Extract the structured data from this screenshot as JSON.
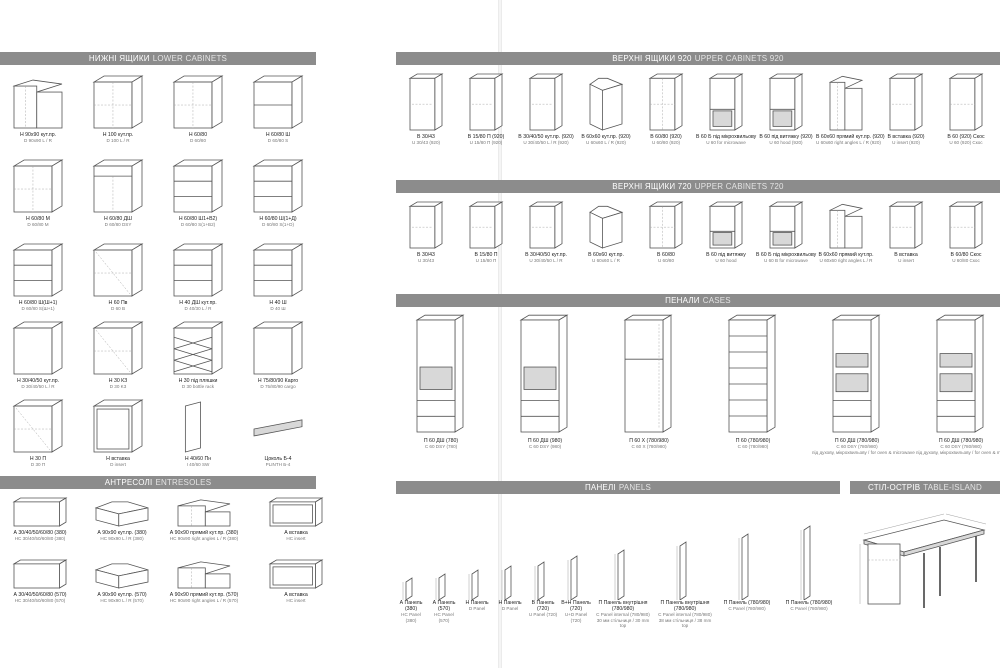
{
  "sections": {
    "lower": {
      "ua": "НИЖНІ ЯЩИКИ",
      "en": "LOWER CABINETS"
    },
    "entresoles": {
      "ua": "АНТРЕСОЛІ",
      "en": "ENTRESOLES"
    },
    "upper920": {
      "ua": "ВЕРХНІ ЯЩИКИ 920",
      "en": "UPPER CABINETS 920"
    },
    "upper720": {
      "ua": "ВЕРХНІ ЯЩИКИ 720",
      "en": "UPPER CABINETS 720"
    },
    "cases": {
      "ua": "ПЕНАЛИ",
      "en": "CASES"
    },
    "panels": {
      "ua": "ПАНЕЛІ",
      "en": "PANELS"
    },
    "island": {
      "ua": "СТІЛ-ОСТРІВ",
      "en": "TABLE-ISLAND"
    }
  },
  "lower": [
    {
      "name": "Н 90х90 кут.пр.",
      "code": "D 90х90 L / R",
      "type": "corner"
    },
    {
      "name": "Н 100 кут.пр.",
      "code": "D 100 L / R",
      "type": "base2"
    },
    {
      "name": "Н 60/80",
      "code": "D 60/80",
      "type": "base2"
    },
    {
      "name": "Н 60/80 Ш",
      "code": "D 60/80 S",
      "type": "drawers2"
    },
    {
      "name": "Н 60/80 М",
      "code": "D 60/80 M",
      "type": "base2"
    },
    {
      "name": "Н 60/80 ДШ",
      "code": "D 60/80 DSY",
      "type": "base1d"
    },
    {
      "name": "Н 60/80 Ш1+В2)",
      "code": "D 60/80 S(1+B2)",
      "type": "drawers3"
    },
    {
      "name": "Н 60/80 Ш(1+Д)",
      "code": "D 60/80 S(1+D)",
      "type": "drawers3"
    },
    {
      "name": "Н 60/80 Ш(Ш+1)",
      "code": "D 60/80 S(Ш+1)",
      "type": "drawers3"
    },
    {
      "name": "Н 60 Пв",
      "code": "D 60 B",
      "type": "open"
    },
    {
      "name": "Н 40 ДШ кут.пр.",
      "code": "D 40/30 L / R",
      "type": "drawers3"
    },
    {
      "name": "Н 40 Ш",
      "code": "D 40 Ш",
      "type": "drawers3"
    },
    {
      "name": "Н 30/40/50 кут.пр.",
      "code": "D 30/40/50 L / R",
      "type": "base1"
    },
    {
      "name": "Н 30 КЗ",
      "code": "D 30 K3",
      "type": "shelf"
    },
    {
      "name": "Н 30 під пляшки",
      "code": "D 30 bottle rack",
      "type": "bottle"
    },
    {
      "name": "Н 75/80/90 Карго",
      "code": "D 75/80/90 cargo",
      "type": "base1"
    },
    {
      "name": "Н 30 П",
      "code": "D 30 П",
      "type": "shelf"
    },
    {
      "name": "Н вставка",
      "code": "D insert",
      "type": "frame"
    },
    {
      "name": "Н 40/60 Пн",
      "code": "I 40/60 SW",
      "type": "panel"
    },
    {
      "name": "Цоколь Б-4",
      "code": "PLINTH Б-4",
      "type": "plinth"
    }
  ],
  "entresoles": [
    {
      "name": "А 30/40/50/60/80 (380)",
      "code": "НС 30/40/50/60/80 (380)",
      "type": "box"
    },
    {
      "name": "А 90х90 кут.пр. (380)",
      "code": "НС 90х90 L / R (380)",
      "type": "angled"
    },
    {
      "name": "А 90х90 прямий кут.пр. (380)",
      "code": "НС 90х90 right angles L / R (380)",
      "type": "lshape"
    },
    {
      "name": "А вставка",
      "code": "НС insert",
      "type": "frame"
    },
    {
      "name": "А 30/40/50/60/80 (570)",
      "code": "НС 30/40/50/60/80 (570)",
      "type": "box"
    },
    {
      "name": "А 90х90 кут.пр. (570)",
      "code": "НС 90х90 L / R (570)",
      "type": "angled"
    },
    {
      "name": "А 90х90 прямий кут.пр. (570)",
      "code": "НС 90х90 right angles L / R (570)",
      "type": "lshape"
    },
    {
      "name": "А вставка",
      "code": "НС insert",
      "type": "frame"
    }
  ],
  "upper920": [
    {
      "name": "В 30/43",
      "code": "U 30/43 (920)",
      "type": "narrow"
    },
    {
      "name": "В 15/80 П (920)",
      "code": "U 15/80 П (920)",
      "type": "narrow"
    },
    {
      "name": "В 30/40/50 кут.пр. (920)",
      "code": "U 30/40/50 L / R (920)",
      "type": "single"
    },
    {
      "name": "В 60х60 кут.пр. (920)",
      "code": "U 60х60 L / R (920)",
      "type": "angled"
    },
    {
      "name": "В 60/80 (920)",
      "code": "U 60/80 (920)",
      "type": "double"
    },
    {
      "name": "В 60 Б під мікрохвильову",
      "code": "U 60 for microwave",
      "type": "micro"
    },
    {
      "name": "В 60 під витяжку (920)",
      "code": "U 60 hood (920)",
      "type": "hood"
    },
    {
      "name": "В 60х60 прямий кут.пр. (920)",
      "code": "U 60х60 right angles L / R (920)",
      "type": "corner"
    },
    {
      "name": "В вставка (920)",
      "code": "U insert (920)",
      "type": "narrow"
    },
    {
      "name": "В 60 (920) Скос",
      "code": "U 60 (920) Скос",
      "type": "flat"
    }
  ],
  "upper720": [
    {
      "name": "В 30/43",
      "code": "U 30/43",
      "type": "narrow"
    },
    {
      "name": "В 15/80 П",
      "code": "U 15/80 П",
      "type": "narrow"
    },
    {
      "name": "В 30/40/50 кут.пр.",
      "code": "U 30/40/50 L / R",
      "type": "single"
    },
    {
      "name": "В 60х60 кут.пр.",
      "code": "U 60х60 L / R",
      "type": "angled"
    },
    {
      "name": "В 60/80",
      "code": "U 60/80",
      "type": "double"
    },
    {
      "name": "В 60 під витяжку",
      "code": "U 60 hood",
      "type": "hood"
    },
    {
      "name": "В 60 Б під мікрохвильову",
      "code": "U 60 B for microwave",
      "type": "micro"
    },
    {
      "name": "В 60х60 прямий кут.пр.",
      "code": "U 60х60 right angles L / R",
      "type": "corner"
    },
    {
      "name": "В вставка",
      "code": "U insert",
      "type": "narrow"
    },
    {
      "name": "В 60/80 Скос",
      "code": "U 60/80 Скос",
      "type": "flat"
    }
  ],
  "cases": [
    {
      "name": "П 60 ДШ (780)",
      "code": "С 60 DSY (780)",
      "type": "oven"
    },
    {
      "name": "П 60 ДШ (980)",
      "code": "С 60 DSY (980)",
      "type": "oven"
    },
    {
      "name": "П 60 Х (780/980)",
      "code": "С 60 X (780/980)",
      "type": "fridge"
    },
    {
      "name": "П 60 (780/980)",
      "code": "С 60 (780/980)",
      "type": "shelves"
    },
    {
      "name": "П 60 ДШ (780/980)",
      "code": "С 60 DSY (780/980)",
      "type": "microoven",
      "note": "під духову, мікрохвильову / for oven & microwave"
    },
    {
      "name": "П 60 ДШ (780/980)",
      "code": "С 60 DSY (780/980)",
      "type": "microoven",
      "note": "під духову, мікрохвильову / for oven & microwave"
    }
  ],
  "panels": [
    {
      "name": "А Панель (380)",
      "code": "НС Panel (380)",
      "h": 14
    },
    {
      "name": "А Панель (570)",
      "code": "НС Panel (570)",
      "h": 18
    },
    {
      "name": "Н Панель",
      "code": "D Panel",
      "h": 22
    },
    {
      "name": "Н Панель",
      "code": "D Panel",
      "h": 26
    },
    {
      "name": "В Панель (720)",
      "code": "U Panel (720)",
      "h": 30
    },
    {
      "name": "В+Н Панель (720)",
      "code": "U+D Panel (720)",
      "h": 36
    },
    {
      "name": "П Панель внутрішня (780/980)",
      "code": "С Panel internal (780/980)",
      "h": 42,
      "note": "30 мм стільниця / 30 mm top"
    },
    {
      "name": "П Панель внутрішня (780/980)",
      "code": "С Panel internal (780/980)",
      "h": 50,
      "note": "38 мм стільниця / 38 mm top"
    },
    {
      "name": "П Панель (780/980)",
      "code": "С Panel (780/980)",
      "h": 58
    },
    {
      "name": "П Панель (780/980)",
      "code": "С Panel (780/980)",
      "h": 66
    }
  ]
}
